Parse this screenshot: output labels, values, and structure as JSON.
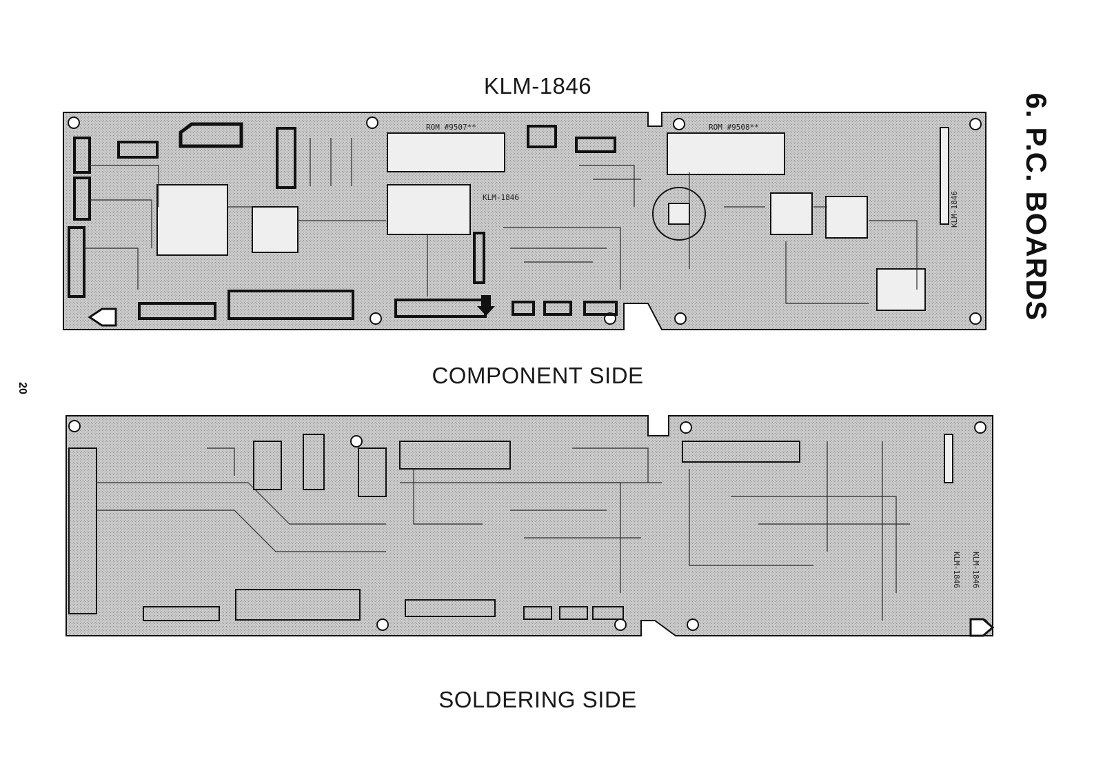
{
  "header": {
    "board_id": "KLM-1846"
  },
  "section": {
    "title": "6. P.C. BOARDS"
  },
  "page": {
    "number": "20"
  },
  "boards": {
    "component_side": {
      "caption": "COMPONENT SIDE",
      "silkscreen_label": "KLM-1846",
      "vertical_label": "KLM-1846",
      "rom_a": "ROM #9507**",
      "rom_b": "ROM #9508**"
    },
    "soldering_side": {
      "caption": "SOLDERING SIDE",
      "vertical_label": "KLM-1846",
      "vertical_label_b": "KLM-1846"
    }
  },
  "colors": {
    "board_fill": "#c7c7c7",
    "trace": "#2b2b2b",
    "ink": "#111111"
  }
}
